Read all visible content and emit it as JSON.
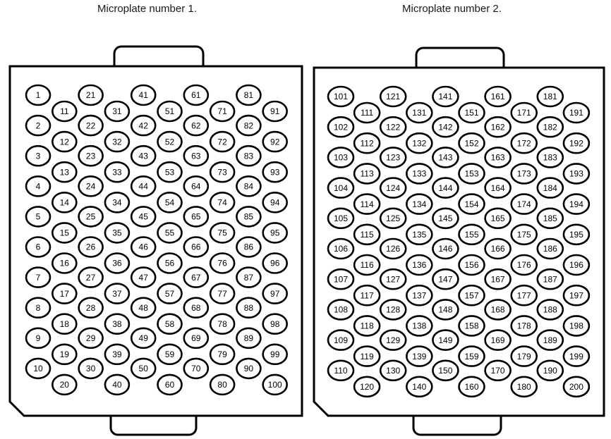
{
  "plates": [
    {
      "title": "Microplate number 1.",
      "first_well": 1
    },
    {
      "title": "Microplate number 2.",
      "first_well": 101
    }
  ],
  "wells_per_plate": 100,
  "wells_per_column": 10,
  "colors": {
    "line": "#000000",
    "background": "#ffffff"
  }
}
